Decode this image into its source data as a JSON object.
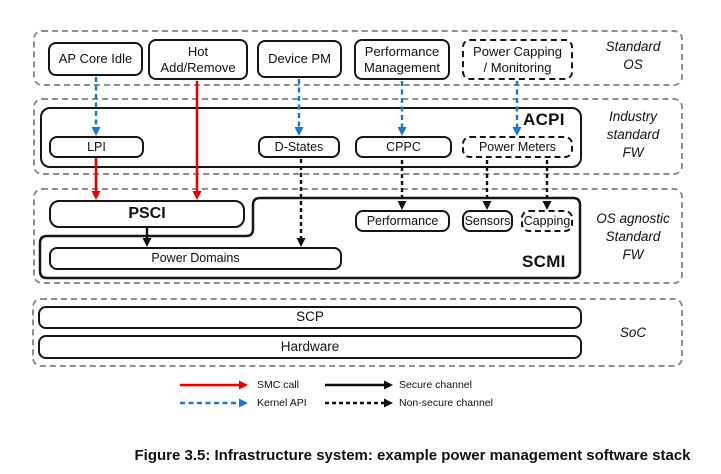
{
  "caption": "Figure 3.5: Infrastructure system: example power management software stack",
  "colors": {
    "smc_call_red": "#e50000",
    "kernel_api_blue": "#1878cc",
    "channel_black": "#111111",
    "container_gray": "#8f8f8f"
  },
  "stack": {
    "layers": [
      {
        "label": "Standard\nOS",
        "boxes": {
          "ap_core_idle": "AP Core Idle",
          "hot_add_remove": "Hot\nAdd/Remove",
          "device_pm": "Device PM",
          "performance_management": "Performance\nManagement",
          "power_capping": "Power Capping\n/ Monitoring"
        }
      },
      {
        "label": "Industry\nstandard\nFW",
        "title": "ACPI",
        "boxes": {
          "lpi": "LPI",
          "d_states": "D-States",
          "cppc": "CPPC",
          "power_meters": "Power Meters"
        }
      },
      {
        "label": "OS agnostic\nStandard\nFW",
        "title": "SCMI",
        "boxes": {
          "psci": "PSCI",
          "power_domains": "Power Domains",
          "performance": "Performance",
          "sensors": "Sensors",
          "capping": "Capping"
        }
      },
      {
        "label": "SoC",
        "boxes": {
          "scp": "SCP",
          "hardware": "Hardware"
        }
      }
    ]
  },
  "legend": {
    "smc_call": "SMC call",
    "secure_channel": "Secure channel",
    "kernel_api": "Kernel API",
    "non_secure_channel": "Non-secure channel"
  }
}
